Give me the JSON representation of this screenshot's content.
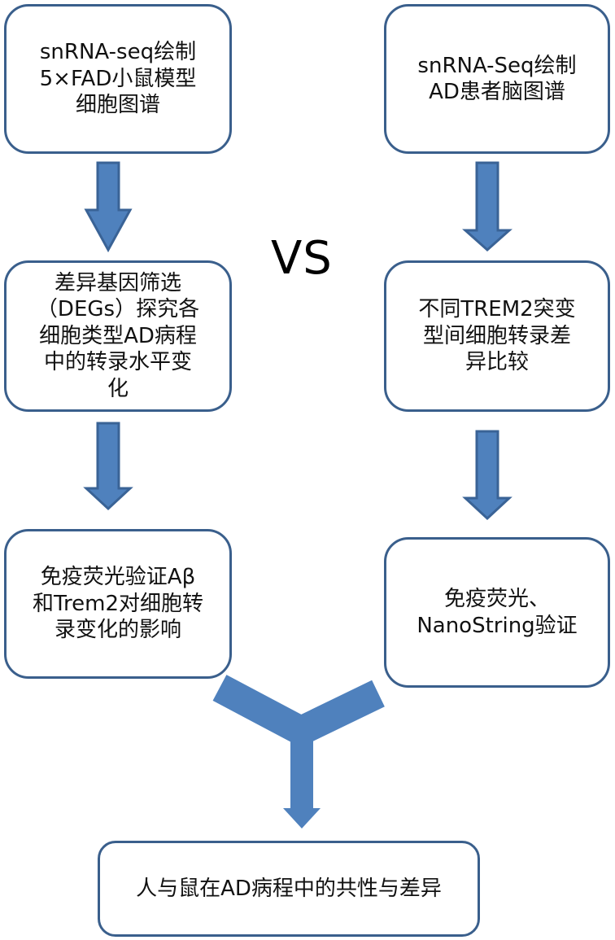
{
  "vs_label": "VS",
  "left": {
    "step1": "snRNA-seq绘制\n5×FAD小鼠模型\n细胞图谱",
    "step2": "差异基因筛选\n（DEGs）探究各\n细胞类型AD病程\n中的转录水平变\n化",
    "step3": "免疫荧光验证Aβ\n和Trem2对细胞转\n录变化的影响"
  },
  "right": {
    "step1": "snRNA-Seq绘制\nAD患者脑图谱",
    "step2": "不同TREM2突变\n型间细胞转录差\n异比较",
    "step3": "免疫荧光、\nNanoString验证"
  },
  "conclusion": "人与鼠在AD病程中的共性与差异",
  "colors": {
    "arrow_fill": "#4f81bd",
    "arrow_stroke": "#3a6396",
    "box_border": "#3a5f8c"
  }
}
